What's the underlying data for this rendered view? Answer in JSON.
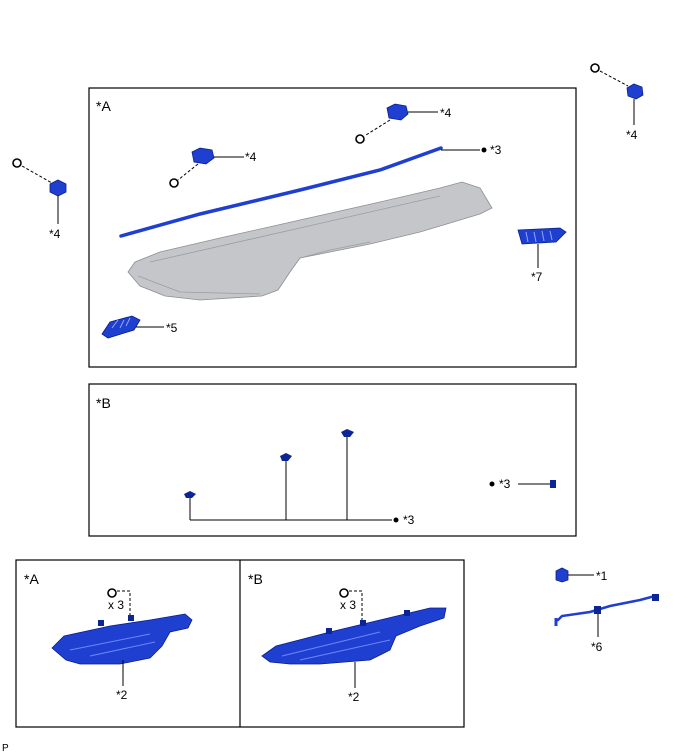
{
  "panels": {
    "top_a": "*A",
    "mid_b": "*B",
    "bottom_a": "*A",
    "bottom_b": "*B"
  },
  "callouts": {
    "c4_left": "*4",
    "c4_upper_mid": "*4",
    "c4_upper_right_in": "*4",
    "c4_far_right": "*4",
    "c3_top": "*3",
    "c7": "*7",
    "c5": "*5",
    "c3_mid_right": "*3",
    "c3_mid_bottom": "*3",
    "c1": "*1",
    "c6": "*6",
    "c2_a": "*2",
    "c2_b": "*2",
    "x3_a": "x 3",
    "x3_b": "x 3"
  },
  "corner_code": "P"
}
